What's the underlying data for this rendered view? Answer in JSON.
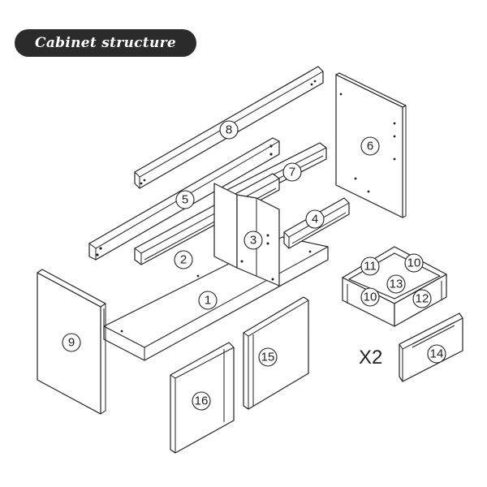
{
  "header": {
    "title": "Cabinet structure"
  },
  "labels": {
    "p1": "1",
    "p2": "2",
    "p3": "3",
    "p4": "4",
    "p5": "5",
    "p6": "6",
    "p7": "7",
    "p8": "8",
    "p9": "9",
    "p10a": "10",
    "p10b": "10",
    "p11": "11",
    "p12": "12",
    "p13": "13",
    "p14": "14",
    "p15": "15",
    "p16": "16"
  },
  "quantity_note": "X2"
}
